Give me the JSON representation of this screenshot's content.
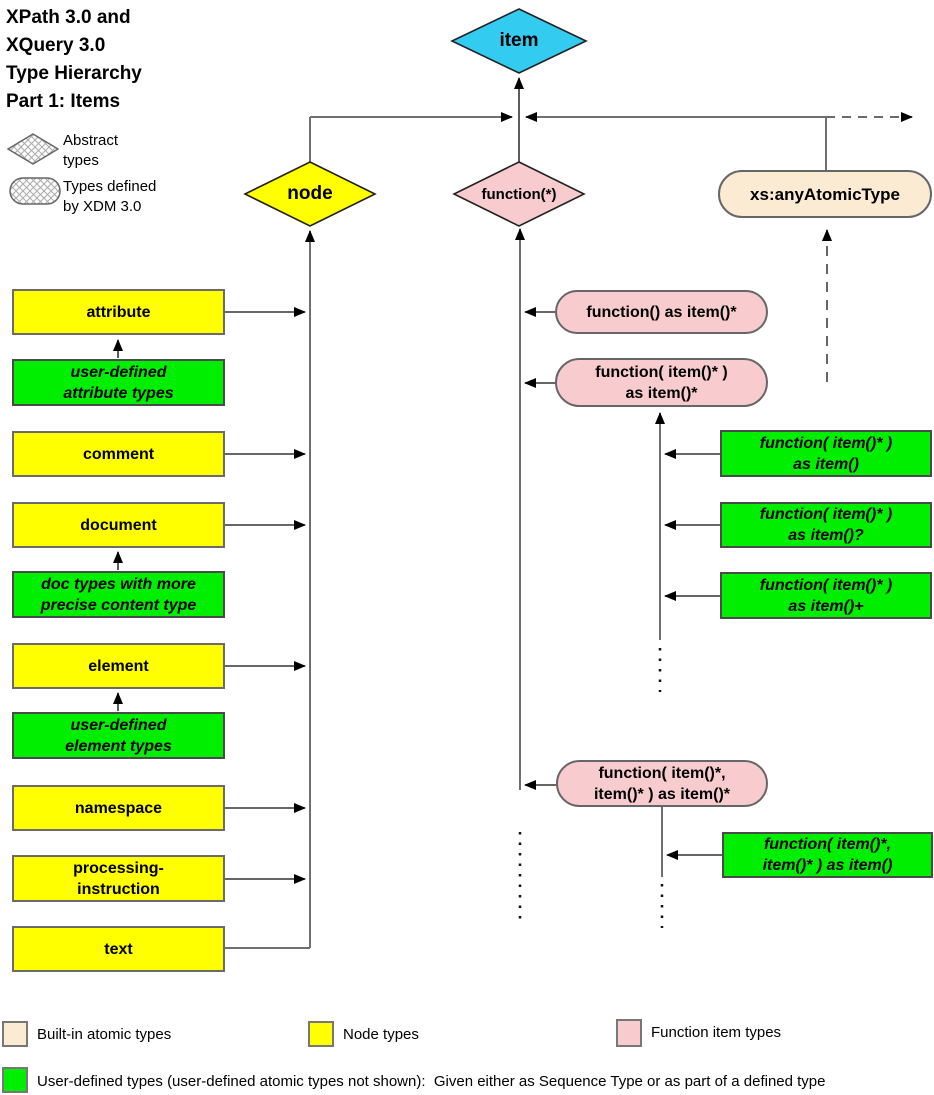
{
  "title": "XPath 3.0 and\nXQuery 3.0\nType Hierarchy\nPart 1: Items",
  "legend_top": {
    "abstract_label": "Abstract\ntypes",
    "xdm_label": "Types defined\nby XDM 3.0"
  },
  "nodes": {
    "item": "item",
    "node": "node",
    "function_star": "function(*)",
    "any_atomic": "xs:anyAtomicType"
  },
  "node_types": {
    "attribute": "attribute",
    "comment": "comment",
    "document": "document",
    "element": "element",
    "namespace": "namespace",
    "processing_instruction": "processing-\ninstruction",
    "text": "text"
  },
  "user_defined": {
    "attribute": "user-defined\nattribute types",
    "document": "doc types with more\nprecise content type",
    "element": "user-defined\nelement types"
  },
  "function_types": {
    "f_zero_arg": "function() as item()*",
    "f_one_arg": "function( item()* )\nas item()*",
    "f_two_arg": "function( item()*,\nitem()* ) as item()*"
  },
  "function_user_defined": {
    "one_arg_item": "function( item()* )\nas item()",
    "one_arg_item_opt": "function( item()* )\nas item()?",
    "one_arg_item_plus": "function( item()* )\nas item()+",
    "two_arg_item": "function( item()*,\nitem()* ) as item()"
  },
  "legend_bottom": {
    "builtin": "Built-in atomic types",
    "node": "Node types",
    "function": "Function item types",
    "user": "User-defined types (user-defined atomic types not shown):  Given either as Sequence Type or as part of a defined type"
  },
  "colors": {
    "item_cyan": "#33CCF0",
    "node_yellow": "#FFFF00",
    "function_pink": "#F8CCCE",
    "builtin_beige": "#FAEBD2",
    "user_green": "#00EE00",
    "trunk_gray": "#707070",
    "connector_dark": "#333333"
  }
}
